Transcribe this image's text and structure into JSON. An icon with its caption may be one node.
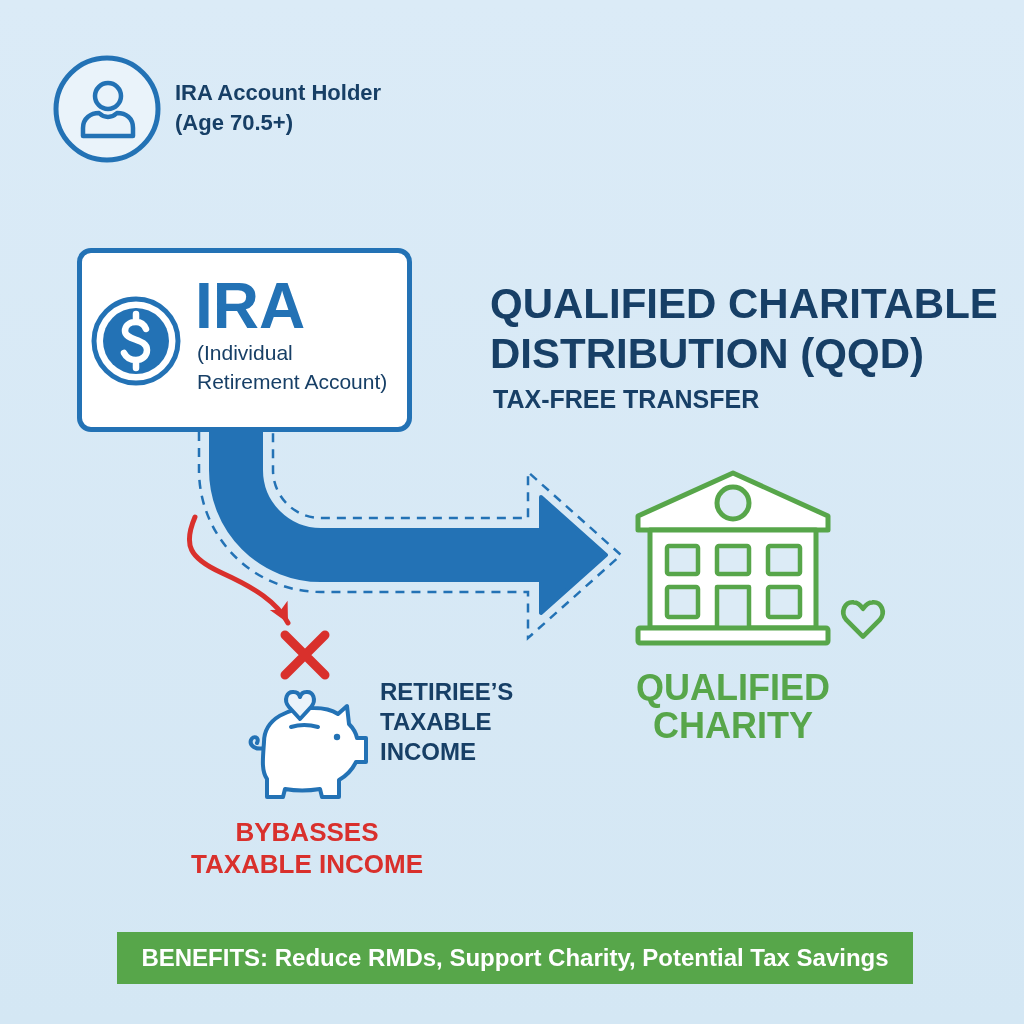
{
  "diagram": {
    "title": "QUALIFIED CHARITABLE DISTRIBUTION (QQD)",
    "nodes": [
      {
        "text": [
          "IRA",
          "(Individual Retirement Account)"
        ]
      },
      {
        "text": [
          "QUALIFIED CHARITY"
        ]
      },
      {
        "text": [
          "RETIRIEE’S TAXABLE INCOME"
        ],
        "beside": [
          "BYBASSES TAXABLE INCOME"
        ]
      },
      {
        "text": [
          "BENEFITS: Reduce RMDs, Support Charity, Potential Tax Savings"
        ]
      }
    ],
    "edges": [
      {
        "from": 0,
        "to": 1,
        "arrow": "to",
        "style": "thick"
      },
      {
        "from": null,
        "to": 2,
        "arrow": "to",
        "color": "#d9302c"
      }
    ],
    "labels": [
      "IRA Account Holder (Age 70.5+)",
      "TAX-FREE TRANSFER"
    ]
  }
}
